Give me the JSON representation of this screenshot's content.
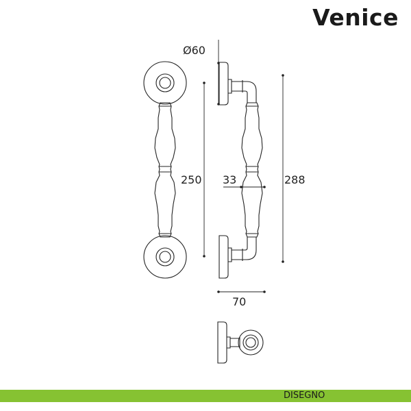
{
  "title": "Venice",
  "dimensions": {
    "rosette_diameter": "Ø60",
    "center_distance": "250",
    "overall_length": "288",
    "grip_diameter": "33",
    "projection": "70"
  },
  "footer": {
    "label": "DISEGNO",
    "color": "#86c232"
  },
  "line_color": "#222222"
}
